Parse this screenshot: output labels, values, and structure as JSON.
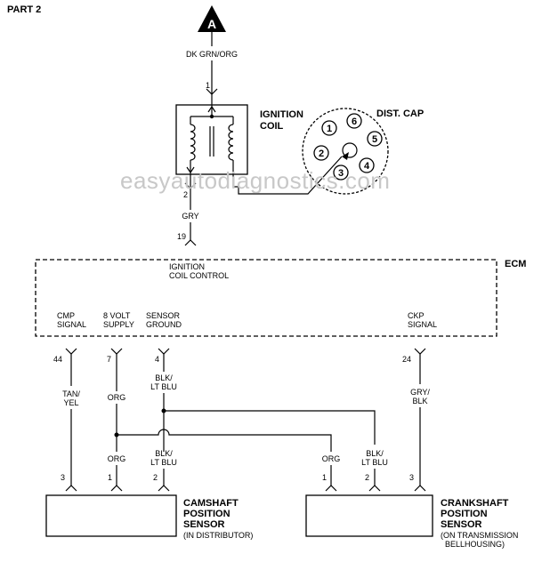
{
  "part_label": "PART 2",
  "connector": "A",
  "watermark": "easyautodiagnostics.com",
  "coil": {
    "wire_top": "DK GRN/ORG",
    "pin_top": "1",
    "pin_bottom": "2",
    "wire_bottom": "GRY",
    "title_line1": "IGNITION",
    "title_line2": "COIL"
  },
  "dist_cap": {
    "title": "DIST. CAP",
    "terminals": [
      "1",
      "2",
      "3",
      "4",
      "5",
      "6"
    ]
  },
  "ecm": {
    "title": "ECM",
    "pin_coil": "19",
    "coil_ctrl_line1": "IGNITION",
    "coil_ctrl_line2": "COIL CONTROL",
    "cmp_line1": "CMP",
    "cmp_line2": "SIGNAL",
    "supply_line1": "8 VOLT",
    "supply_line2": "SUPPLY",
    "ground_line1": "SENSOR",
    "ground_line2": "GROUND",
    "ckp_line1": "CKP",
    "ckp_line2": "SIGNAL",
    "pin_cmp": "44",
    "pin_supply": "7",
    "pin_ground": "4",
    "pin_ckp": "24"
  },
  "wires": {
    "tan_line1": "TAN/",
    "tan_line2": "YEL",
    "org_upper": "ORG",
    "blk_upper_line1": "BLK/",
    "blk_upper_line2": "LT BLU",
    "gry_line1": "GRY/",
    "gry_line2": "BLK",
    "org_lower": "ORG",
    "blk_lower_line1": "BLK/",
    "blk_lower_line2": "LT BLU",
    "org_ckp": "ORG",
    "blk_ckp_line1": "BLK/",
    "blk_ckp_line2": "LT BLU"
  },
  "camshaft": {
    "pin3": "3",
    "pin1": "1",
    "pin2": "2",
    "title_line1": "CAMSHAFT",
    "title_line2": "POSITION",
    "title_line3": "SENSOR",
    "note": "(IN DISTRIBUTOR)"
  },
  "crankshaft": {
    "pin1": "1",
    "pin2": "2",
    "pin3": "3",
    "title_line1": "CRANKSHAFT",
    "title_line2": "POSITION",
    "title_line3": "SENSOR",
    "note_line1": "(ON TRANSMISSION",
    "note_line2": "BELLHOUSING)"
  }
}
